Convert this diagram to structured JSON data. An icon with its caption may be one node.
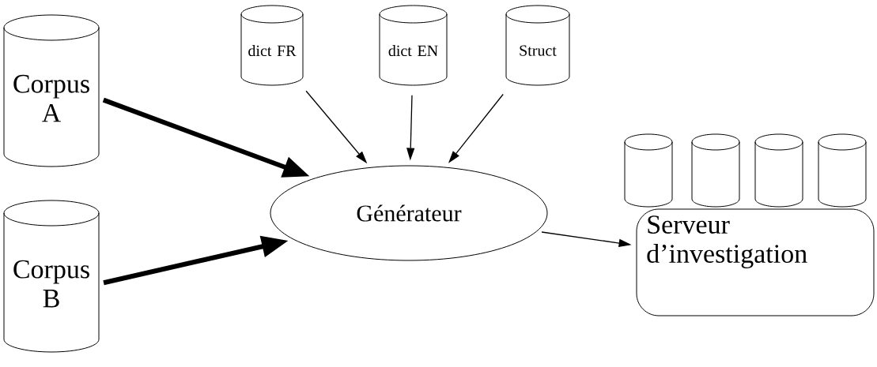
{
  "diagram": {
    "nodes": [
      {
        "text": [
          "Corpus A"
        ]
      },
      {
        "text": [
          "Corpus B"
        ]
      },
      {
        "text": [
          "dict FR"
        ]
      },
      {
        "text": [
          "dict EN"
        ]
      },
      {
        "text": [
          "Struct"
        ]
      },
      {
        "text": [
          "Générateur"
        ]
      },
      {
        "text": [],
        "shape": "cylinder"
      },
      {
        "text": [],
        "shape": "cylinder"
      },
      {
        "text": [],
        "shape": "cylinder"
      },
      {
        "text": [],
        "shape": "cylinder"
      },
      {
        "text": [
          "Serveur d’investigation"
        ]
      }
    ],
    "edges": [
      {
        "from": 0,
        "to": 5,
        "arrow": "to",
        "style": "thick"
      },
      {
        "from": 1,
        "to": 5,
        "arrow": "to",
        "style": "thick"
      },
      {
        "from": 2,
        "to": 5,
        "arrow": "to"
      },
      {
        "from": 3,
        "to": 5,
        "arrow": "to"
      },
      {
        "from": 4,
        "to": 5,
        "arrow": "to"
      },
      {
        "from": 5,
        "to": 10,
        "arrow": "to"
      }
    ]
  }
}
